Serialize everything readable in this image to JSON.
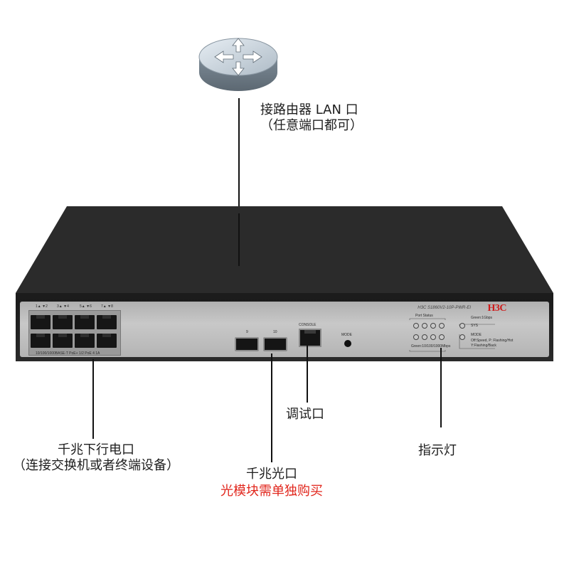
{
  "router": {
    "icon": "router-icon"
  },
  "labels": {
    "router_line1": "接路由器 LAN 口",
    "router_line2": "（任意端口都可）",
    "debug_port": "调试口",
    "indicator": "指示灯",
    "downlink_line1": "千兆下行电口",
    "downlink_line2": "（连接交换机或者终端设备）",
    "fiber_line1": "千兆光口",
    "fiber_line2": "光模块需单独购买"
  },
  "device": {
    "brand": "H3C",
    "model": "H3C S1860V2-10P-PWR-EI",
    "console_label": "CONSOLE",
    "mode_label": "MODE",
    "port_status_label": "Port Status",
    "sfp_labels": [
      "9",
      "10"
    ],
    "port_group_labels": [
      "1▲ ▼2",
      "3▲ ▼4",
      "5▲ ▼6",
      "7▲ ▼8"
    ],
    "ports_footnote": "10/100/1000BASE-T PoE+ 1/2 PoE 4 1A",
    "led_speed_note": "Green:10/100/1000Mbps",
    "legend_lines": [
      "Green:1Gbps",
      "SYS",
      "MODE",
      "Off:Speed, P: Flashing/Hot",
      "Y:Flashing/Back"
    ]
  },
  "colors": {
    "label_text": "#1e1e1e",
    "label_red": "#e1261c",
    "brand_red": "#cf1b1b",
    "chassis": "#2c2c2c",
    "faceplate": "#bdbdbd"
  }
}
